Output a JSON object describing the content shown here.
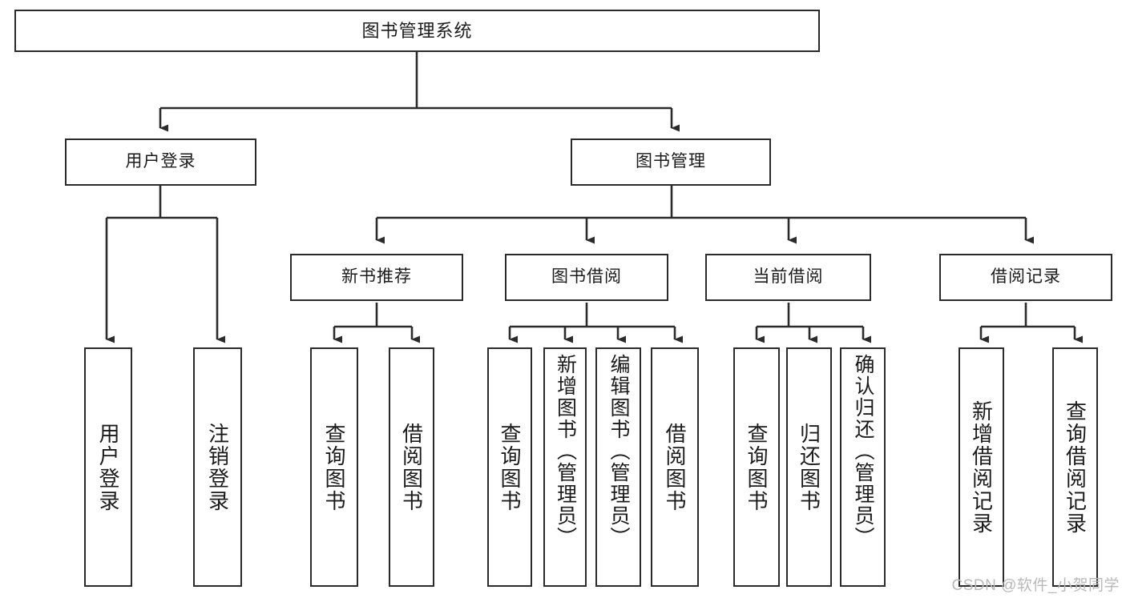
{
  "diagram": {
    "title": "图书管理系统",
    "type": "hierarchy-tree",
    "watermark": "CSDN @软件_小贺同学",
    "colors": {
      "stroke": "#2b2b2b",
      "fill": "#ffffff",
      "text": "#1b1b1b",
      "watermark": "#b9b9b9"
    },
    "root": {
      "label": "图书管理系统"
    },
    "level1": [
      {
        "label": "用户登录"
      },
      {
        "label": "图书管理"
      }
    ],
    "level2": [
      {
        "label": "新书推荐"
      },
      {
        "label": "图书借阅"
      },
      {
        "label": "当前借阅"
      },
      {
        "label": "借阅记录"
      }
    ],
    "leaves": {
      "user_login": [
        {
          "label": "用户登录"
        },
        {
          "label": "注销登录"
        }
      ],
      "new_book": [
        {
          "label": "查询图书"
        },
        {
          "label": "借阅图书"
        }
      ],
      "book_borrow": [
        {
          "label": "查询图书"
        },
        {
          "label": "新增图书（管理员）"
        },
        {
          "label": "编辑图书（管理员）"
        },
        {
          "label": "借阅图书"
        }
      ],
      "current_borrow": [
        {
          "label": "查询图书"
        },
        {
          "label": "归还图书"
        },
        {
          "label": "确认归还（管理员）"
        }
      ],
      "borrow_record": [
        {
          "label": "新增借阅记录"
        },
        {
          "label": "查询借阅记录"
        }
      ]
    }
  }
}
